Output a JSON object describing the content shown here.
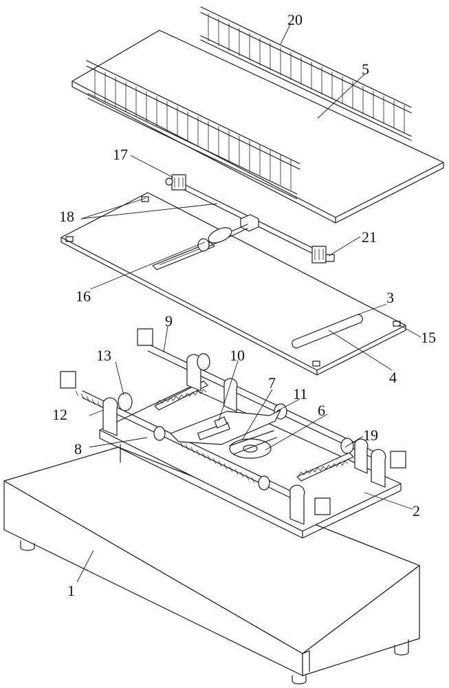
{
  "callouts": [
    {
      "id": "1",
      "text": "1"
    },
    {
      "id": "2",
      "text": "2"
    },
    {
      "id": "3",
      "text": "3"
    },
    {
      "id": "4",
      "text": "4"
    },
    {
      "id": "5",
      "text": "5"
    },
    {
      "id": "6",
      "text": "6"
    },
    {
      "id": "7",
      "text": "7"
    },
    {
      "id": "8",
      "text": "8"
    },
    {
      "id": "9",
      "text": "9"
    },
    {
      "id": "10",
      "text": "10"
    },
    {
      "id": "11",
      "text": "11"
    },
    {
      "id": "12",
      "text": "12"
    },
    {
      "id": "13",
      "text": "13"
    },
    {
      "id": "15",
      "text": "15"
    },
    {
      "id": "16",
      "text": "16"
    },
    {
      "id": "17",
      "text": "17"
    },
    {
      "id": "18",
      "text": "18"
    },
    {
      "id": "19",
      "text": "19"
    },
    {
      "id": "20",
      "text": "20"
    },
    {
      "id": "21",
      "text": "21"
    }
  ]
}
